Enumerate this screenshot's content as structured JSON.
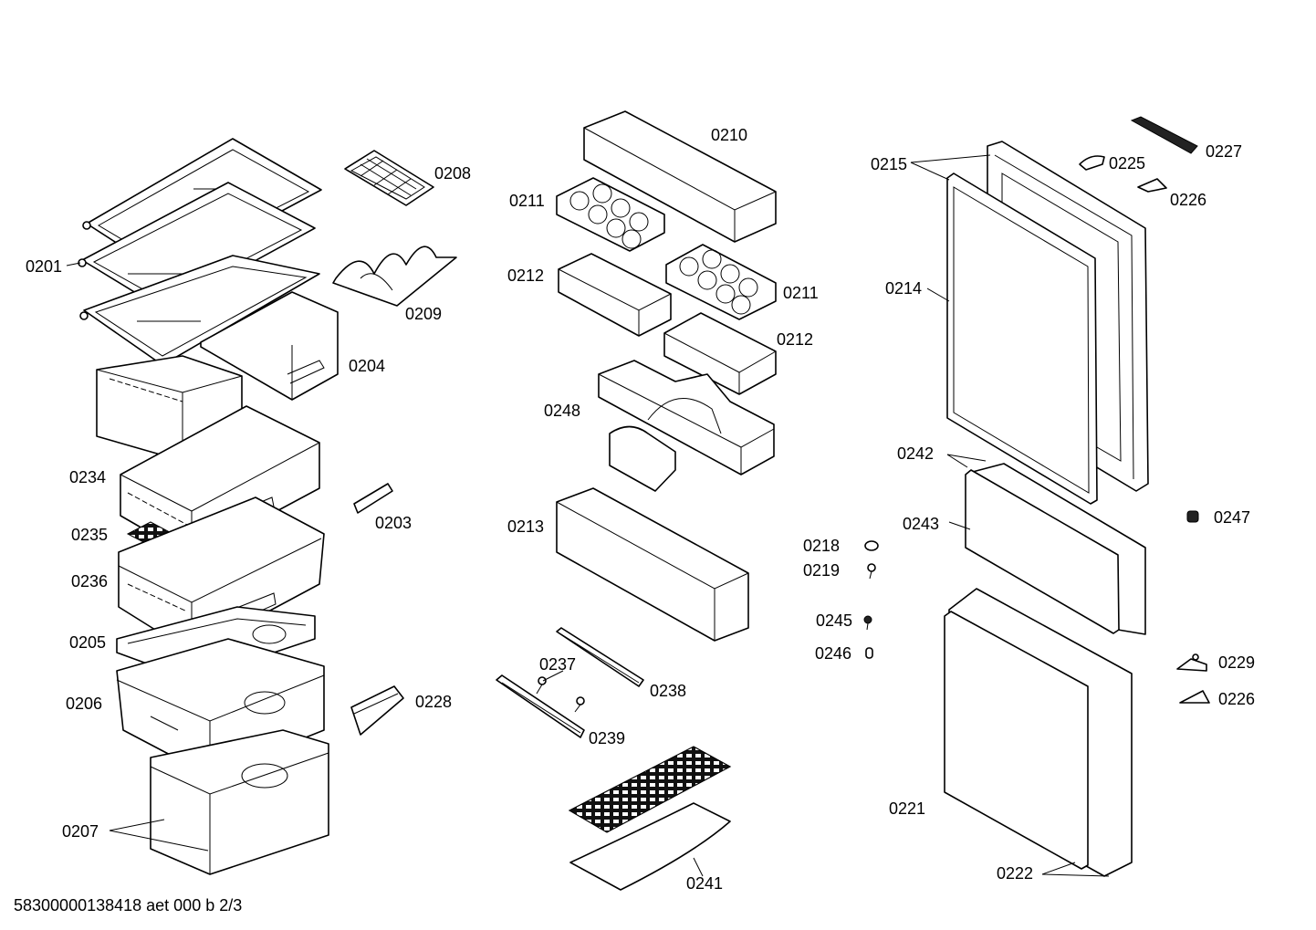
{
  "footer": {
    "document_code": "58300000138418 aet 000 b 2/3"
  },
  "part_labels": {
    "p0201": "0201",
    "p0203": "0203",
    "p0204": "0204",
    "p0205": "0205",
    "p0206": "0206",
    "p0207": "0207",
    "p0208": "0208",
    "p0209": "0209",
    "p0210": "0210",
    "p0211a": "0211",
    "p0211b": "0211",
    "p0212a": "0212",
    "p0212b": "0212",
    "p0213": "0213",
    "p0214": "0214",
    "p0215": "0215",
    "p0218": "0218",
    "p0219": "0219",
    "p0221": "0221",
    "p0222": "0222",
    "p0225": "0225",
    "p0226a": "0226",
    "p0226b": "0226",
    "p0227": "0227",
    "p0228": "0228",
    "p0229": "0229",
    "p0234": "0234",
    "p0235": "0235",
    "p0236": "0236",
    "p0237": "0237",
    "p0238": "0238",
    "p0239": "0239",
    "p0241": "0241",
    "p0242": "0242",
    "p0243": "0243",
    "p0245": "0245",
    "p0246": "0246",
    "p0247": "0247",
    "p0248": "0248"
  }
}
